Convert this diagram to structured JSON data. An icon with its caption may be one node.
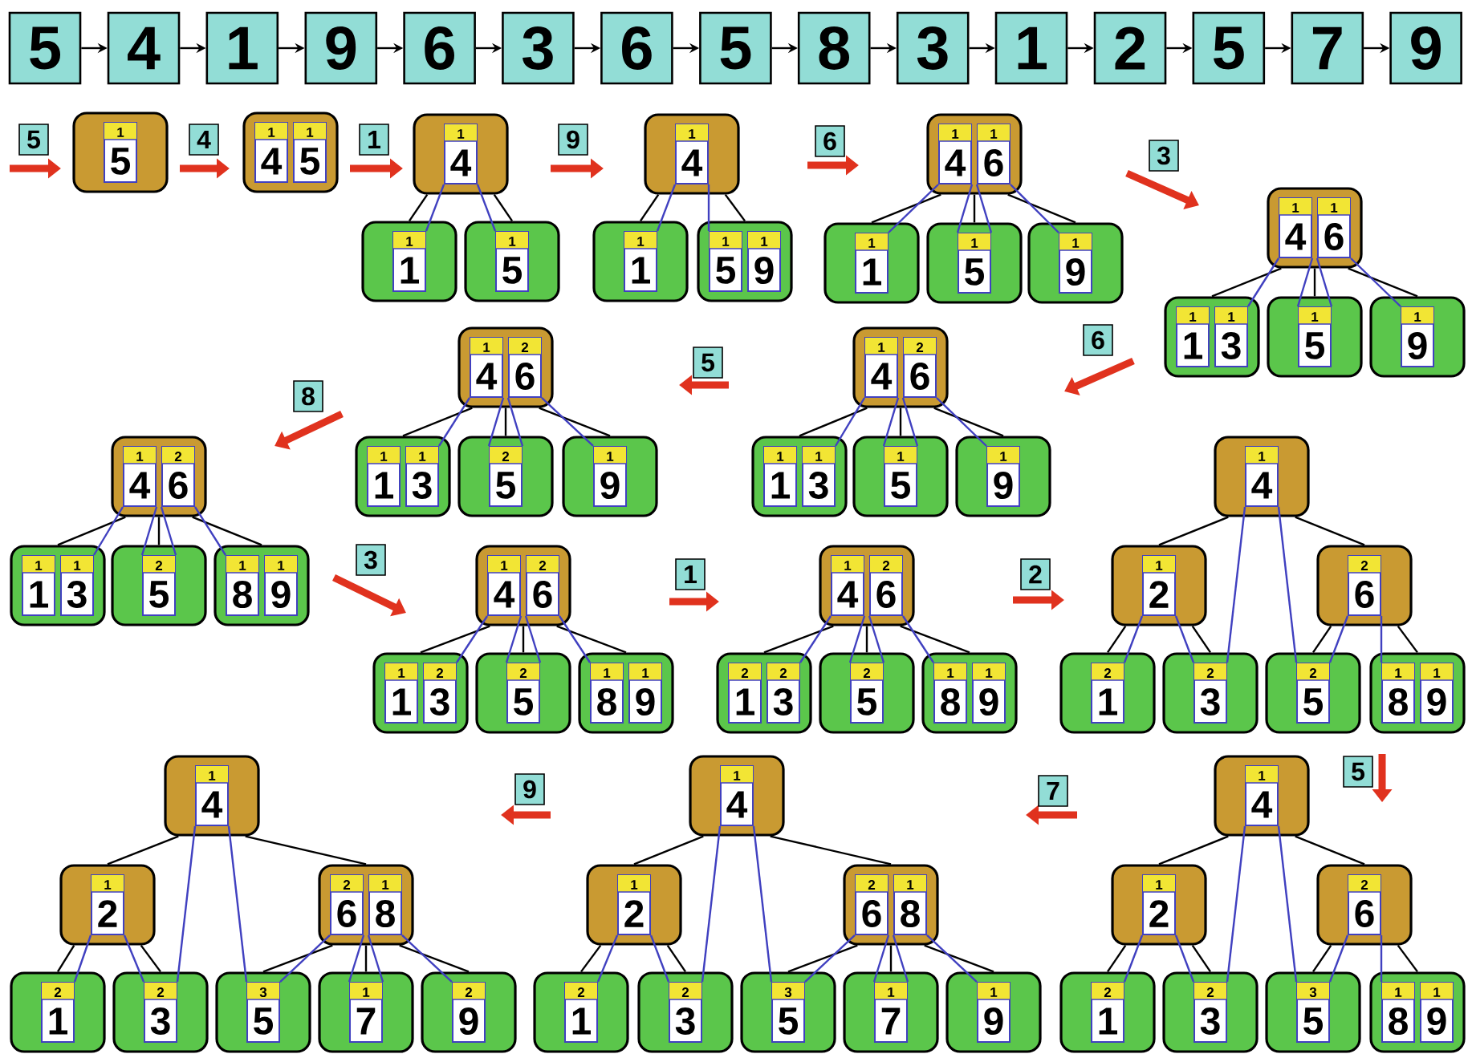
{
  "diagram": {
    "nodes": [
      {
        "text": [
          "5"
        ]
      },
      {
        "text": [
          "4"
        ]
      },
      {
        "text": [
          "1"
        ]
      },
      {
        "text": [
          "9"
        ]
      },
      {
        "text": [
          "6"
        ]
      },
      {
        "text": [
          "3"
        ]
      },
      {
        "text": [
          "6"
        ]
      },
      {
        "text": [
          "5"
        ]
      },
      {
        "text": [
          "8"
        ]
      },
      {
        "text": [
          "3"
        ]
      },
      {
        "text": [
          "1"
        ]
      },
      {
        "text": [
          "2"
        ]
      },
      {
        "text": [
          "5"
        ]
      },
      {
        "text": [
          "7"
        ]
      },
      {
        "text": [
          "9"
        ]
      },
      {
        "text": [
          "5"
        ]
      },
      {
        "text": [],
        "shape": "box"
      },
      {
        "text": [
          "1",
          "5"
        ],
        "in": 16
      },
      {
        "text": [
          "4"
        ]
      },
      {
        "text": [],
        "shape": "box"
      },
      {
        "text": [
          "1",
          "4"
        ],
        "in": 19
      },
      {
        "text": [
          "1",
          "5"
        ],
        "in": 19
      },
      {
        "text": [
          "1"
        ]
      },
      {
        "text": [],
        "shape": "box"
      },
      {
        "text": [
          "1",
          "4"
        ],
        "in": 23
      },
      {
        "text": [],
        "shape": "box"
      },
      {
        "text": [
          "1",
          "1"
        ],
        "in": 25
      },
      {
        "text": [],
        "shape": "box"
      },
      {
        "text": [
          "1",
          "5"
        ],
        "in": 27
      },
      {
        "text": [
          "9"
        ]
      },
      {
        "text": [],
        "shape": "box"
      },
      {
        "text": [
          "1",
          "4"
        ],
        "in": 30
      },
      {
        "text": [],
        "shape": "box"
      },
      {
        "text": [
          "1",
          "1"
        ],
        "in": 32
      },
      {
        "text": [],
        "shape": "box"
      },
      {
        "text": [
          "1",
          "5"
        ],
        "in": 34
      },
      {
        "text": [
          "1",
          "9"
        ],
        "in": 34
      },
      {
        "text": [
          "6"
        ]
      },
      {
        "text": [],
        "shape": "box"
      },
      {
        "text": [
          "1",
          "4"
        ],
        "in": 38
      },
      {
        "text": [
          "1",
          "6"
        ],
        "in": 38
      },
      {
        "text": [],
        "shape": "box"
      },
      {
        "text": [
          "1",
          "1"
        ],
        "in": 41
      },
      {
        "text": [],
        "shape": "box"
      },
      {
        "text": [
          "1",
          "5"
        ],
        "in": 43
      },
      {
        "text": [],
        "shape": "box"
      },
      {
        "text": [
          "1",
          "9"
        ],
        "in": 45
      },
      {
        "text": [
          "3"
        ]
      },
      {
        "text": [],
        "shape": "box"
      },
      {
        "text": [
          "1",
          "4"
        ],
        "in": 48
      },
      {
        "text": [
          "1",
          "6"
        ],
        "in": 48
      },
      {
        "text": [],
        "shape": "box"
      },
      {
        "text": [
          "1",
          "1"
        ],
        "in": 51
      },
      {
        "text": [
          "1",
          "3"
        ],
        "in": 51
      },
      {
        "text": [],
        "shape": "box"
      },
      {
        "text": [
          "1",
          "5"
        ],
        "in": 54
      },
      {
        "text": [],
        "shape": "box"
      },
      {
        "text": [
          "1",
          "9"
        ],
        "in": 56
      },
      {
        "text": [
          "6"
        ]
      },
      {
        "text": [],
        "shape": "box"
      },
      {
        "text": [
          "1",
          "4"
        ],
        "in": 59
      },
      {
        "text": [
          "2",
          "6"
        ],
        "in": 59
      },
      {
        "text": [],
        "shape": "box"
      },
      {
        "text": [
          "1",
          "1"
        ],
        "in": 62
      },
      {
        "text": [
          "1",
          "3"
        ],
        "in": 62
      },
      {
        "text": [],
        "shape": "box"
      },
      {
        "text": [
          "1",
          "5"
        ],
        "in": 65
      },
      {
        "text": [],
        "shape": "box"
      },
      {
        "text": [
          "1",
          "9"
        ],
        "in": 67
      },
      {
        "text": [
          "5"
        ]
      },
      {
        "text": [],
        "shape": "box"
      },
      {
        "text": [
          "1",
          "4"
        ],
        "in": 70
      },
      {
        "text": [
          "2",
          "6"
        ],
        "in": 70
      },
      {
        "text": [],
        "shape": "box"
      },
      {
        "text": [
          "1",
          "1"
        ],
        "in": 73
      },
      {
        "text": [
          "1",
          "3"
        ],
        "in": 73
      },
      {
        "text": [],
        "shape": "box"
      },
      {
        "text": [
          "2",
          "5"
        ],
        "in": 76
      },
      {
        "text": [],
        "shape": "box"
      },
      {
        "text": [
          "1",
          "9"
        ],
        "in": 78
      },
      {
        "text": [
          "8"
        ]
      },
      {
        "text": [],
        "shape": "box"
      },
      {
        "text": [
          "1",
          "4"
        ],
        "in": 81
      },
      {
        "text": [
          "2",
          "6"
        ],
        "in": 81
      },
      {
        "text": [],
        "shape": "box"
      },
      {
        "text": [
          "1",
          "1"
        ],
        "in": 84
      },
      {
        "text": [
          "1",
          "3"
        ],
        "in": 84
      },
      {
        "text": [],
        "shape": "box"
      },
      {
        "text": [
          "2",
          "5"
        ],
        "in": 87
      },
      {
        "text": [],
        "shape": "box"
      },
      {
        "text": [
          "1",
          "8"
        ],
        "in": 89
      },
      {
        "text": [
          "1",
          "9"
        ],
        "in": 89
      },
      {
        "text": [
          "3"
        ]
      },
      {
        "text": [],
        "shape": "box"
      },
      {
        "text": [
          "1",
          "4"
        ],
        "in": 93
      },
      {
        "text": [
          "2",
          "6"
        ],
        "in": 93
      },
      {
        "text": [],
        "shape": "box"
      },
      {
        "text": [
          "1",
          "1"
        ],
        "in": 96
      },
      {
        "text": [
          "2",
          "3"
        ],
        "in": 96
      },
      {
        "text": [],
        "shape": "box"
      },
      {
        "text": [
          "2",
          "5"
        ],
        "in": 99
      },
      {
        "text": [],
        "shape": "box"
      },
      {
        "text": [
          "1",
          "8"
        ],
        "in": 101
      },
      {
        "text": [
          "1",
          "9"
        ],
        "in": 101
      },
      {
        "text": [
          "1"
        ]
      },
      {
        "text": [],
        "shape": "box"
      },
      {
        "text": [
          "1",
          "4"
        ],
        "in": 105
      },
      {
        "text": [
          "2",
          "6"
        ],
        "in": 105
      },
      {
        "text": [],
        "shape": "box"
      },
      {
        "text": [
          "2",
          "1"
        ],
        "in": 108
      },
      {
        "text": [
          "2",
          "3"
        ],
        "in": 108
      },
      {
        "text": [],
        "shape": "box"
      },
      {
        "text": [
          "2",
          "5"
        ],
        "in": 111
      },
      {
        "text": [],
        "shape": "box"
      },
      {
        "text": [
          "1",
          "8"
        ],
        "in": 113
      },
      {
        "text": [
          "1",
          "9"
        ],
        "in": 113
      },
      {
        "text": [
          "2"
        ]
      },
      {
        "text": [],
        "shape": "box"
      },
      {
        "text": [
          "1",
          "4"
        ],
        "in": 117
      },
      {
        "text": [],
        "shape": "box"
      },
      {
        "text": [
          "1",
          "2"
        ],
        "in": 119
      },
      {
        "text": [],
        "shape": "box"
      },
      {
        "text": [
          "2",
          "6"
        ],
        "in": 121
      },
      {
        "text": [],
        "shape": "box"
      },
      {
        "text": [
          "2",
          "1"
        ],
        "in": 123
      },
      {
        "text": [],
        "shape": "box"
      },
      {
        "text": [
          "2",
          "3"
        ],
        "in": 125
      },
      {
        "text": [],
        "shape": "box"
      },
      {
        "text": [
          "2",
          "5"
        ],
        "in": 127
      },
      {
        "text": [],
        "shape": "box"
      },
      {
        "text": [
          "1",
          "8"
        ],
        "in": 129
      },
      {
        "text": [
          "1",
          "9"
        ],
        "in": 129
      },
      {
        "text": [
          "5"
        ]
      },
      {
        "text": [],
        "shape": "box"
      },
      {
        "text": [
          "1",
          "4"
        ],
        "in": 133
      },
      {
        "text": [],
        "shape": "box"
      },
      {
        "text": [
          "1",
          "2"
        ],
        "in": 135
      },
      {
        "text": [],
        "shape": "box"
      },
      {
        "text": [
          "2",
          "6"
        ],
        "in": 137
      },
      {
        "text": [],
        "shape": "box"
      },
      {
        "text": [
          "2",
          "1"
        ],
        "in": 139
      },
      {
        "text": [],
        "shape": "box"
      },
      {
        "text": [
          "2",
          "3"
        ],
        "in": 141
      },
      {
        "text": [],
        "shape": "box"
      },
      {
        "text": [
          "3",
          "5"
        ],
        "in": 143
      },
      {
        "text": [],
        "shape": "box"
      },
      {
        "text": [
          "1",
          "8"
        ],
        "in": 145
      },
      {
        "text": [
          "1",
          "9"
        ],
        "in": 145
      },
      {
        "text": [
          "7"
        ]
      },
      {
        "text": [],
        "shape": "box"
      },
      {
        "text": [
          "1",
          "4"
        ],
        "in": 149
      },
      {
        "text": [],
        "shape": "box"
      },
      {
        "text": [
          "1",
          "2"
        ],
        "in": 151
      },
      {
        "text": [],
        "shape": "box"
      },
      {
        "text": [
          "2",
          "6"
        ],
        "in": 153
      },
      {
        "text": [
          "1",
          "8"
        ],
        "in": 153
      },
      {
        "text": [],
        "shape": "box"
      },
      {
        "text": [
          "2",
          "1"
        ],
        "in": 156
      },
      {
        "text": [],
        "shape": "box"
      },
      {
        "text": [
          "2",
          "3"
        ],
        "in": 158
      },
      {
        "text": [],
        "shape": "box"
      },
      {
        "text": [
          "3",
          "5"
        ],
        "in": 160
      },
      {
        "text": [],
        "shape": "box"
      },
      {
        "text": [
          "1",
          "7"
        ],
        "in": 162
      },
      {
        "text": [],
        "shape": "box"
      },
      {
        "text": [
          "1",
          "9"
        ],
        "in": 164
      },
      {
        "text": [
          "9"
        ]
      },
      {
        "text": [],
        "shape": "box"
      },
      {
        "text": [
          "1",
          "4"
        ],
        "in": 167
      },
      {
        "text": [],
        "shape": "box"
      },
      {
        "text": [
          "1",
          "2"
        ],
        "in": 169
      },
      {
        "text": [],
        "shape": "box"
      },
      {
        "text": [
          "2",
          "6"
        ],
        "in": 171
      },
      {
        "text": [
          "1",
          "8"
        ],
        "in": 171
      },
      {
        "text": [],
        "shape": "box"
      },
      {
        "text": [
          "2",
          "1"
        ],
        "in": 174
      },
      {
        "text": [],
        "shape": "box"
      },
      {
        "text": [
          "2",
          "3"
        ],
        "in": 176
      },
      {
        "text": [],
        "shape": "box"
      },
      {
        "text": [
          "3",
          "5"
        ],
        "in": 178
      },
      {
        "text": [],
        "shape": "box"
      },
      {
        "text": [
          "1",
          "7"
        ],
        "in": 180
      },
      {
        "text": [],
        "shape": "box"
      },
      {
        "text": [
          "2",
          "9"
        ],
        "in": 182
      }
    ],
    "edges": [
      {
        "from": 0,
        "to": 1,
        "arrow": "to"
      },
      {
        "from": 1,
        "to": 2,
        "arrow": "to"
      },
      {
        "from": 2,
        "to": 3,
        "arrow": "to"
      },
      {
        "from": 3,
        "to": 4,
        "arrow": "to"
      },
      {
        "from": 4,
        "to": 5,
        "arrow": "to"
      },
      {
        "from": 5,
        "to": 6,
        "arrow": "to"
      },
      {
        "from": 6,
        "to": 7,
        "arrow": "to"
      },
      {
        "from": 7,
        "to": 8,
        "arrow": "to"
      },
      {
        "from": 8,
        "to": 9,
        "arrow": "to"
      },
      {
        "from": 9,
        "to": 10,
        "arrow": "to"
      },
      {
        "from": 10,
        "to": 11,
        "arrow": "to"
      },
      {
        "from": 11,
        "to": 12,
        "arrow": "to"
      },
      {
        "from": 12,
        "to": 13,
        "arrow": "to"
      },
      {
        "from": 13,
        "to": 14,
        "arrow": "to"
      },
      {
        "from": 23,
        "to": 25,
        "arrow": "none"
      },
      {
        "from": 23,
        "to": 27,
        "arrow": "none"
      },
      {
        "from": 24,
        "to": 26,
        "arrow": "none",
        "color": "#4040c0"
      },
      {
        "from": 24,
        "to": 28,
        "arrow": "none",
        "color": "#4040c0"
      },
      {
        "from": 30,
        "to": 32,
        "arrow": "none"
      },
      {
        "from": 30,
        "to": 34,
        "arrow": "none"
      },
      {
        "from": 31,
        "to": 33,
        "arrow": "none",
        "color": "#4040c0"
      },
      {
        "from": 31,
        "to": 35,
        "arrow": "none",
        "color": "#4040c0"
      },
      {
        "from": 38,
        "to": 41,
        "arrow": "none"
      },
      {
        "from": 38,
        "to": 43,
        "arrow": "none"
      },
      {
        "from": 38,
        "to": 45,
        "arrow": "none"
      },
      {
        "from": 39,
        "to": 42,
        "arrow": "none",
        "color": "#4040c0"
      },
      {
        "from": 39,
        "to": 44,
        "arrow": "none",
        "color": "#4040c0"
      },
      {
        "from": 40,
        "to": 44,
        "arrow": "none",
        "color": "#4040c0"
      },
      {
        "from": 40,
        "to": 46,
        "arrow": "none",
        "color": "#4040c0"
      },
      {
        "from": 48,
        "to": 51,
        "arrow": "none"
      },
      {
        "from": 48,
        "to": 54,
        "arrow": "none"
      },
      {
        "from": 48,
        "to": 56,
        "arrow": "none"
      },
      {
        "from": 49,
        "to": 53,
        "arrow": "none",
        "color": "#4040c0"
      },
      {
        "from": 49,
        "to": 55,
        "arrow": "none",
        "color": "#4040c0"
      },
      {
        "from": 50,
        "to": 55,
        "arrow": "none",
        "color": "#4040c0"
      },
      {
        "from": 50,
        "to": 57,
        "arrow": "none",
        "color": "#4040c0"
      },
      {
        "from": 59,
        "to": 62,
        "arrow": "none"
      },
      {
        "from": 59,
        "to": 65,
        "arrow": "none"
      },
      {
        "from": 59,
        "to": 67,
        "arrow": "none"
      },
      {
        "from": 60,
        "to": 64,
        "arrow": "none",
        "color": "#4040c0"
      },
      {
        "from": 60,
        "to": 66,
        "arrow": "none",
        "color": "#4040c0"
      },
      {
        "from": 61,
        "to": 66,
        "arrow": "none",
        "color": "#4040c0"
      },
      {
        "from": 61,
        "to": 68,
        "arrow": "none",
        "color": "#4040c0"
      },
      {
        "from": 70,
        "to": 73,
        "arrow": "none"
      },
      {
        "from": 70,
        "to": 76,
        "arrow": "none"
      },
      {
        "from": 70,
        "to": 78,
        "arrow": "none"
      },
      {
        "from": 71,
        "to": 75,
        "arrow": "none",
        "color": "#4040c0"
      },
      {
        "from": 71,
        "to": 77,
        "arrow": "none",
        "color": "#4040c0"
      },
      {
        "from": 72,
        "to": 77,
        "arrow": "none",
        "color": "#4040c0"
      },
      {
        "from": 72,
        "to": 79,
        "arrow": "none",
        "color": "#4040c0"
      },
      {
        "from": 81,
        "to": 84,
        "arrow": "none"
      },
      {
        "from": 81,
        "to": 87,
        "arrow": "none"
      },
      {
        "from": 81,
        "to": 89,
        "arrow": "none"
      },
      {
        "from": 82,
        "to": 86,
        "arrow": "none",
        "color": "#4040c0"
      },
      {
        "from": 82,
        "to": 88,
        "arrow": "none",
        "color": "#4040c0"
      },
      {
        "from": 83,
        "to": 88,
        "arrow": "none",
        "color": "#4040c0"
      },
      {
        "from": 83,
        "to": 90,
        "arrow": "none",
        "color": "#4040c0"
      },
      {
        "from": 93,
        "to": 96,
        "arrow": "none"
      },
      {
        "from": 93,
        "to": 99,
        "arrow": "none"
      },
      {
        "from": 93,
        "to": 101,
        "arrow": "none"
      },
      {
        "from": 94,
        "to": 98,
        "arrow": "none",
        "color": "#4040c0"
      },
      {
        "from": 94,
        "to": 100,
        "arrow": "none",
        "color": "#4040c0"
      },
      {
        "from": 95,
        "to": 100,
        "arrow": "none",
        "color": "#4040c0"
      },
      {
        "from": 95,
        "to": 102,
        "arrow": "none",
        "color": "#4040c0"
      },
      {
        "from": 105,
        "to": 108,
        "arrow": "none"
      },
      {
        "from": 105,
        "to": 111,
        "arrow": "none"
      },
      {
        "from": 105,
        "to": 113,
        "arrow": "none"
      },
      {
        "from": 106,
        "to": 110,
        "arrow": "none",
        "color": "#4040c0"
      },
      {
        "from": 106,
        "to": 112,
        "arrow": "none",
        "color": "#4040c0"
      },
      {
        "from": 107,
        "to": 112,
        "arrow": "none",
        "color": "#4040c0"
      },
      {
        "from": 107,
        "to": 114,
        "arrow": "none",
        "color": "#4040c0"
      },
      {
        "from": 117,
        "to": 119,
        "arrow": "none"
      },
      {
        "from": 117,
        "to": 121,
        "arrow": "none"
      },
      {
        "from": 119,
        "to": 123,
        "arrow": "none"
      },
      {
        "from": 119,
        "to": 125,
        "arrow": "none"
      },
      {
        "from": 121,
        "to": 127,
        "arrow": "none"
      },
      {
        "from": 121,
        "to": 129,
        "arrow": "none"
      },
      {
        "from": 118,
        "to": 126,
        "arrow": "none",
        "color": "#4040c0"
      },
      {
        "from": 118,
        "to": 128,
        "arrow": "none",
        "color": "#4040c0"
      },
      {
        "from": 120,
        "to": 124,
        "arrow": "none",
        "color": "#4040c0"
      },
      {
        "from": 120,
        "to": 126,
        "arrow": "none",
        "color": "#4040c0"
      },
      {
        "from": 122,
        "to": 128,
        "arrow": "none",
        "color": "#4040c0"
      },
      {
        "from": 122,
        "to": 130,
        "arrow": "none",
        "color": "#4040c0"
      },
      {
        "from": 133,
        "to": 135,
        "arrow": "none"
      },
      {
        "from": 133,
        "to": 137,
        "arrow": "none"
      },
      {
        "from": 135,
        "to": 139,
        "arrow": "none"
      },
      {
        "from": 135,
        "to": 141,
        "arrow": "none"
      },
      {
        "from": 137,
        "to": 143,
        "arrow": "none"
      },
      {
        "from": 137,
        "to": 145,
        "arrow": "none"
      },
      {
        "from": 134,
        "to": 142,
        "arrow": "none",
        "color": "#4040c0"
      },
      {
        "from": 134,
        "to": 144,
        "arrow": "none",
        "color": "#4040c0"
      },
      {
        "from": 136,
        "to": 140,
        "arrow": "none",
        "color": "#4040c0"
      },
      {
        "from": 136,
        "to": 142,
        "arrow": "none",
        "color": "#4040c0"
      },
      {
        "from": 138,
        "to": 144,
        "arrow": "none",
        "color": "#4040c0"
      },
      {
        "from": 138,
        "to": 146,
        "arrow": "none",
        "color": "#4040c0"
      },
      {
        "from": 149,
        "to": 151,
        "arrow": "none"
      },
      {
        "from": 149,
        "to": 153,
        "arrow": "none"
      },
      {
        "from": 151,
        "to": 156,
        "arrow": "none"
      },
      {
        "from": 151,
        "to": 158,
        "arrow": "none"
      },
      {
        "from": 153,
        "to": 160,
        "arrow": "none"
      },
      {
        "from": 153,
        "to": 162,
        "arrow": "none"
      },
      {
        "from": 153,
        "to": 164,
        "arrow": "none"
      },
      {
        "from": 150,
        "to": 159,
        "arrow": "none",
        "color": "#4040c0"
      },
      {
        "from": 150,
        "to": 161,
        "arrow": "none",
        "color": "#4040c0"
      },
      {
        "from": 152,
        "to": 157,
        "arrow": "none",
        "color": "#4040c0"
      },
      {
        "from": 152,
        "to": 159,
        "arrow": "none",
        "color": "#4040c0"
      },
      {
        "from": 154,
        "to": 161,
        "arrow": "none",
        "color": "#4040c0"
      },
      {
        "from": 154,
        "to": 163,
        "arrow": "none",
        "color": "#4040c0"
      },
      {
        "from": 155,
        "to": 163,
        "arrow": "none",
        "color": "#4040c0"
      },
      {
        "from": 155,
        "to": 165,
        "arrow": "none",
        "color": "#4040c0"
      },
      {
        "from": 167,
        "to": 169,
        "arrow": "none"
      },
      {
        "from": 167,
        "to": 171,
        "arrow": "none"
      },
      {
        "from": 169,
        "to": 174,
        "arrow": "none"
      },
      {
        "from": 169,
        "to": 176,
        "arrow": "none"
      },
      {
        "from": 171,
        "to": 178,
        "arrow": "none"
      },
      {
        "from": 171,
        "to": 180,
        "arrow": "none"
      },
      {
        "from": 171,
        "to": 182,
        "arrow": "none"
      },
      {
        "from": 168,
        "to": 177,
        "arrow": "none",
        "color": "#4040c0"
      },
      {
        "from": 168,
        "to": 179,
        "arrow": "none",
        "color": "#4040c0"
      },
      {
        "from": 170,
        "to": 175,
        "arrow": "none",
        "color": "#4040c0"
      },
      {
        "from": 170,
        "to": 177,
        "arrow": "none",
        "color": "#4040c0"
      },
      {
        "from": 172,
        "to": 179,
        "arrow": "none",
        "color": "#4040c0"
      },
      {
        "from": 172,
        "to": 181,
        "arrow": "none",
        "color": "#4040c0"
      },
      {
        "from": 173,
        "to": 181,
        "arrow": "none",
        "color": "#4040c0"
      },
      {
        "from": 173,
        "to": 183,
        "arrow": "none",
        "color": "#4040c0"
      }
    ]
  }
}
